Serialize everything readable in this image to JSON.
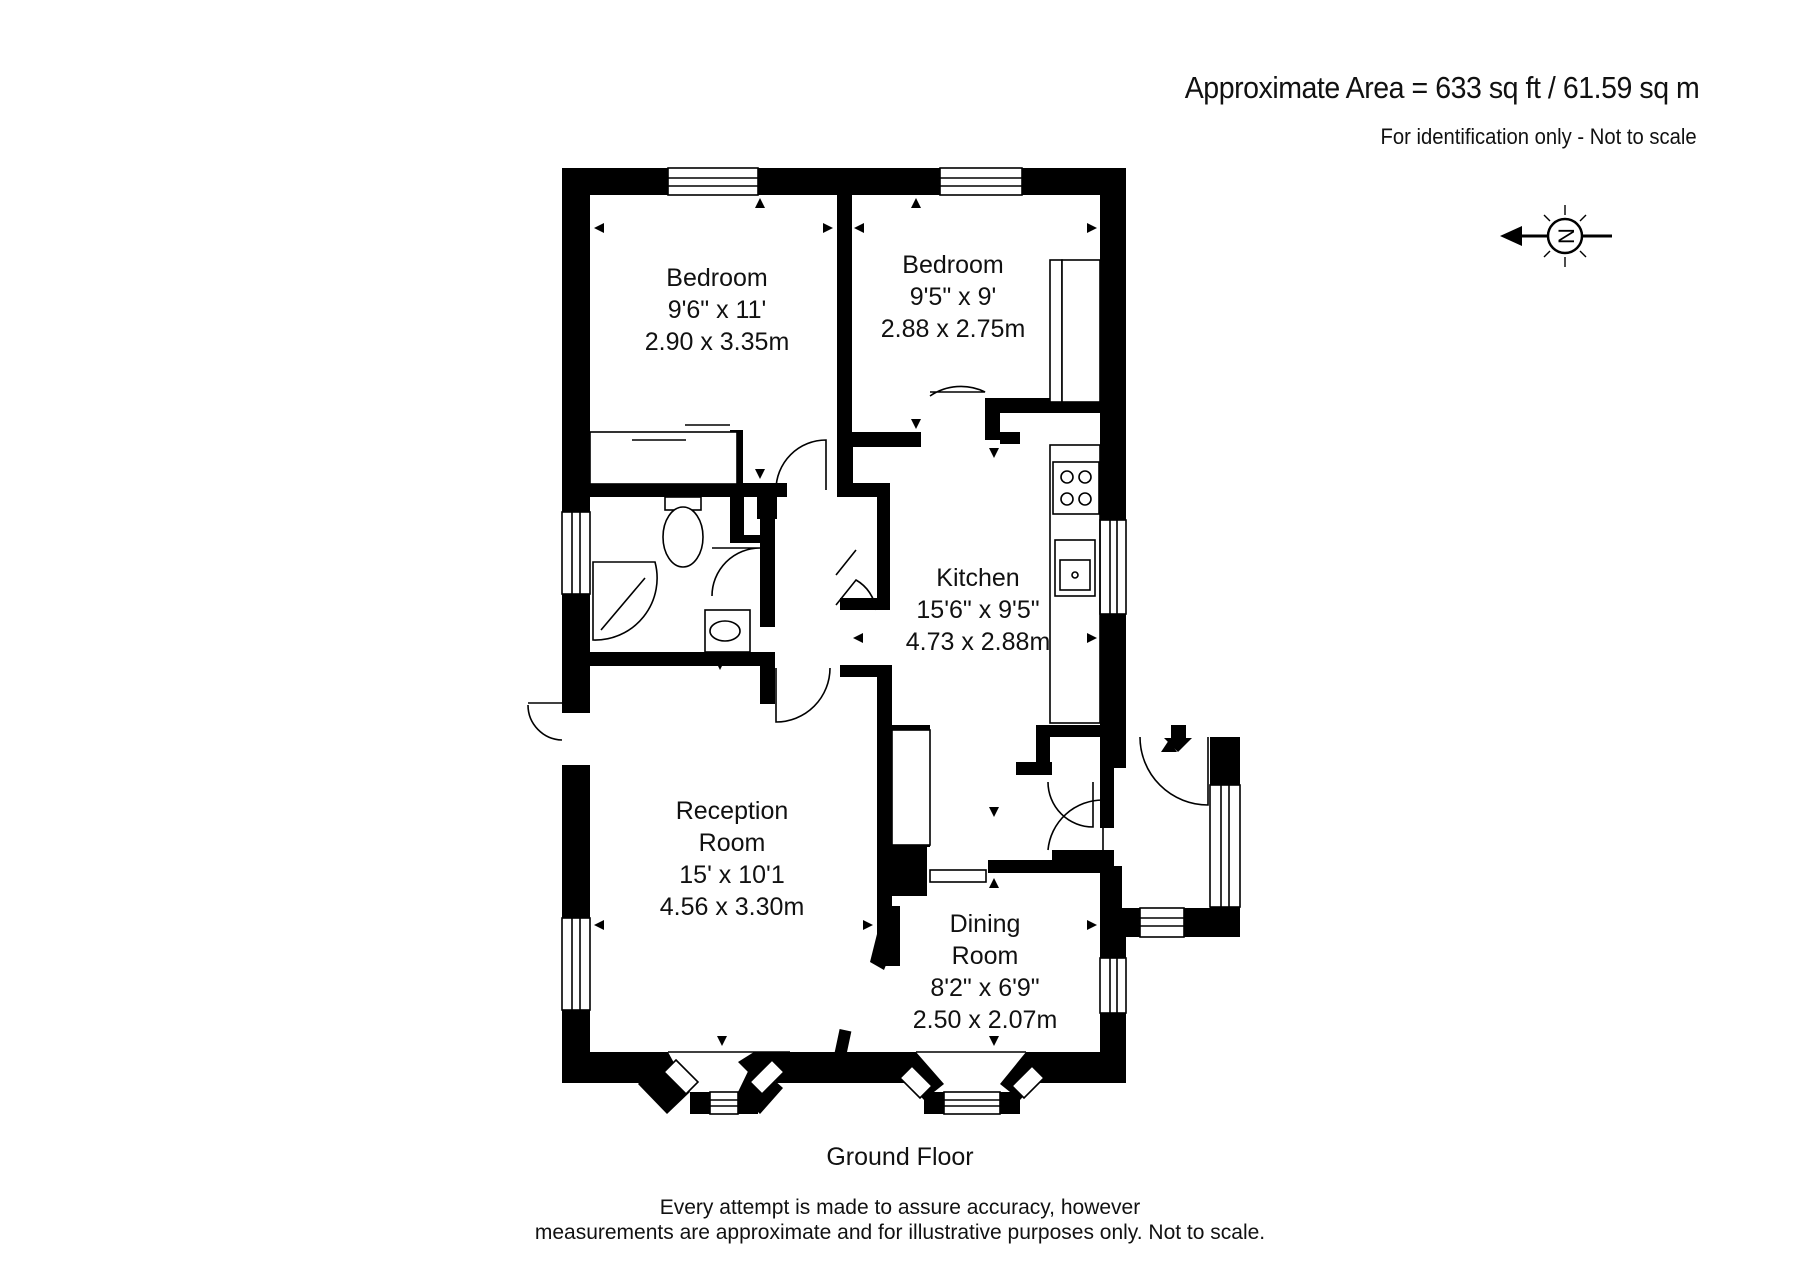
{
  "header": {
    "area_title": "Approximate Area = 633 sq ft / 61.59 sq m",
    "identification_note": "For identification only - Not to scale"
  },
  "compass": {
    "label": "N",
    "icon": "compass-north-arrow-icon"
  },
  "rooms": {
    "bedroom1": {
      "name": "Bedroom",
      "imperial": "9'6\" x 11'",
      "metric": "2.90 x 3.35m"
    },
    "bedroom2": {
      "name": "Bedroom",
      "imperial": "9'5\" x 9'",
      "metric": "2.88 x 2.75m"
    },
    "kitchen": {
      "name": "Kitchen",
      "imperial": "15'6\" x 9'5\"",
      "metric": "4.73 x 2.88m"
    },
    "reception": {
      "name_line1": "Reception",
      "name_line2": "Room",
      "imperial": "15' x 10'1",
      "metric": "4.56 x 3.30m"
    },
    "dining": {
      "name_line1": "Dining",
      "name_line2": "Room",
      "imperial": "8'2\" x 6'9\"",
      "metric": "2.50 x 2.07m"
    }
  },
  "floor_label": "Ground Floor",
  "disclaimer": {
    "line1": "Every attempt is made to assure accuracy, however",
    "line2": "measurements are approximate and for illustrative purposes only. Not to scale."
  }
}
